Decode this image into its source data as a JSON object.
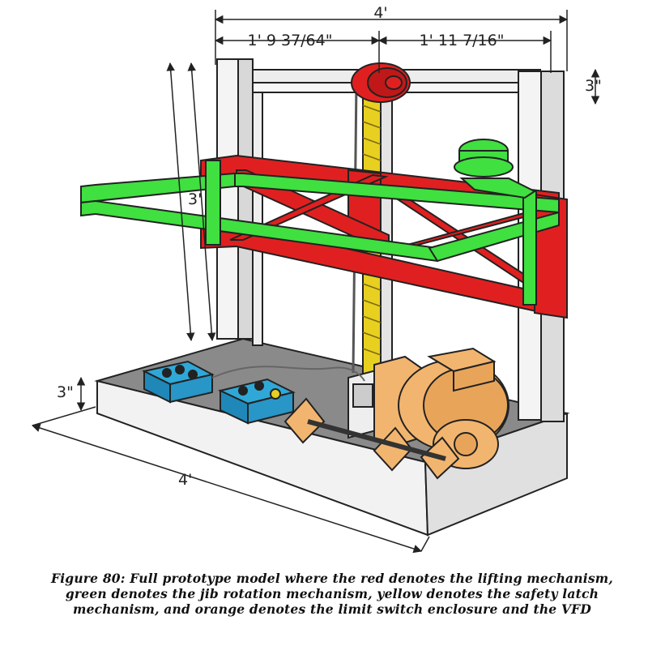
{
  "figure": {
    "dimensions": {
      "top_width": "4'",
      "left_span": "1' 9 37/64\"",
      "right_span": "1' 11 7/16\"",
      "top_right_height": "3\"",
      "left_height": "3'",
      "base_height": "3\"",
      "base_length": "4'"
    },
    "colors": {
      "lifting": "#e02020",
      "jib": "#3fe03f",
      "safety_latch": "#e8d020",
      "enclosure_vfd": "#f2b56f",
      "controller": "#2fa8d8",
      "base_top": "#8a8a8a",
      "frame": "#f0f0f0"
    }
  },
  "caption": "Figure 80: Full prototype model where the red denotes the lifting mechanism, green denotes the jib rotation mechanism, yellow denotes the safety latch mechanism, and orange denotes the limit switch enclosure and the VFD"
}
